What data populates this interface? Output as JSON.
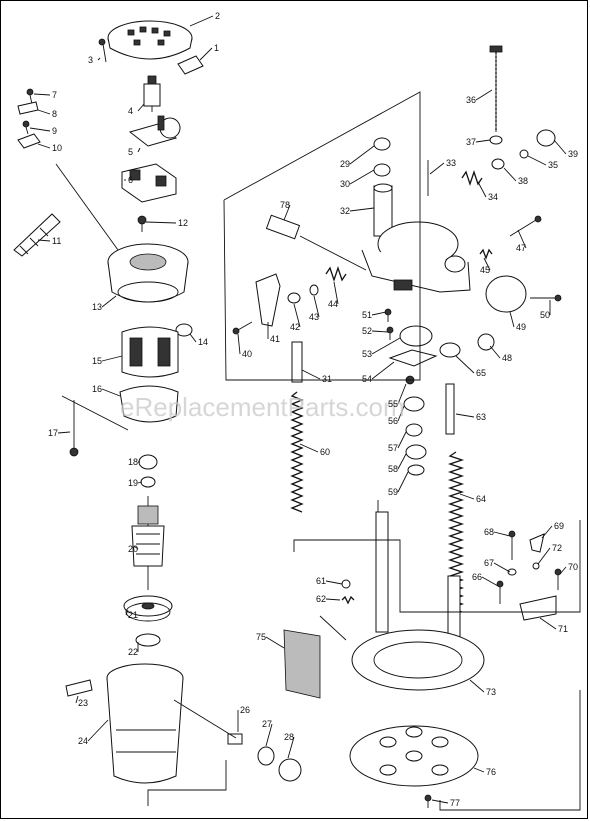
{
  "watermark": "eReplacementParts.com",
  "labels": [
    "1",
    "2",
    "3",
    "4",
    "5",
    "6",
    "7",
    "8",
    "9",
    "10",
    "11",
    "12",
    "13",
    "14",
    "15",
    "16",
    "17",
    "18",
    "19",
    "20",
    "21",
    "22",
    "23",
    "24",
    "26",
    "27",
    "28",
    "29",
    "30",
    "31",
    "32",
    "33",
    "34",
    "35",
    "36",
    "37",
    "38",
    "39",
    "40",
    "41",
    "42",
    "43",
    "44",
    "45",
    "47",
    "48",
    "49",
    "50",
    "51",
    "52",
    "53",
    "54",
    "55",
    "56",
    "57",
    "58",
    "59",
    "60",
    "61",
    "62",
    "63",
    "64",
    "65",
    "66",
    "67",
    "68",
    "69",
    "70",
    "71",
    "72",
    "73",
    "75",
    "76",
    "77",
    "78"
  ],
  "colors": {
    "line": "#111111",
    "background": "#ffffff",
    "watermark": "#c9c9c9"
  }
}
